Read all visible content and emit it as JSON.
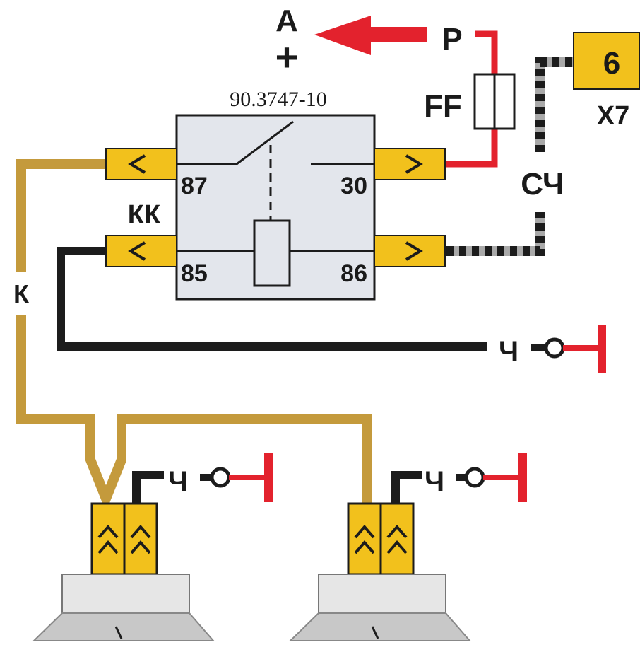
{
  "relay": {
    "part_number": "90.3747-10",
    "pins": {
      "p87": "87",
      "p30": "30",
      "p85": "85",
      "p86": "86"
    }
  },
  "labels": {
    "power_letter": "A",
    "power_sign": "+",
    "red_wire": "P",
    "fuse": "FF",
    "connector_pin": "6",
    "connector_name": "X7",
    "grey_black_wire": "СЧ",
    "relay_connector": "КК",
    "brown_wire": "К",
    "ground_wire_main": "Ч",
    "ground_wire_horn_left": "Ч",
    "ground_wire_horn_right": "Ч"
  },
  "colors": {
    "brown_wire": "#c49a3c",
    "red_wire": "#e3222d",
    "black_wire": "#1c1c1c",
    "grey_wire": "#a9a9a9",
    "terminal_yellow": "#f2c11c",
    "relay_body": "#e3e6ec",
    "connector_yellow": "#f2c11c",
    "ground_red": "#e3222d"
  }
}
